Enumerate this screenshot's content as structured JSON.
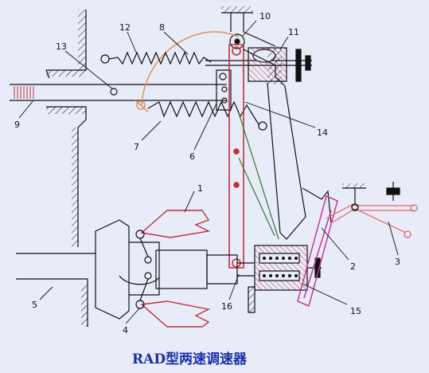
{
  "caption": "RAD型两速调速器",
  "labels": {
    "l1": "1",
    "l2": "2",
    "l3": "3",
    "l4": "4",
    "l5": "5",
    "l6": "6",
    "l7": "7",
    "l8": "8",
    "l9": "9",
    "l10": "10",
    "l11": "11",
    "l12": "12",
    "l13": "13",
    "l14": "14",
    "l15": "15",
    "l16": "16"
  },
  "colors": {
    "background": "#e8ecf9",
    "structure": "#111111",
    "linkage_red": "#c0303a",
    "salmon": "#e47a7a",
    "lever_orange": "#d6945a",
    "green_link": "#3f7f3f",
    "magenta": "#c0389a",
    "caption_blue": "#1a2fa8"
  }
}
